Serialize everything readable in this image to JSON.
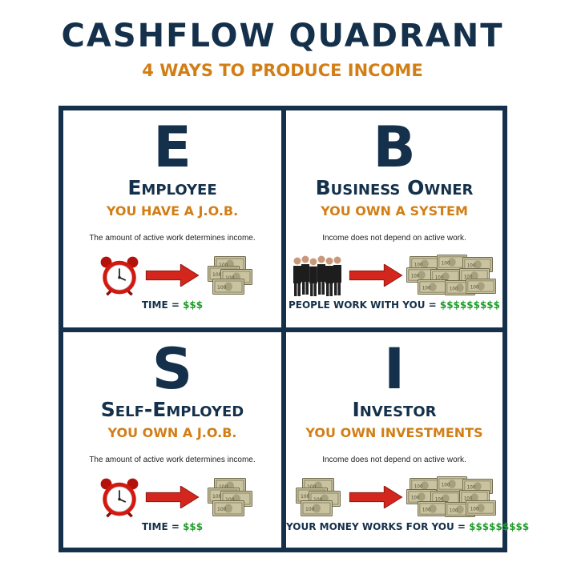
{
  "header": {
    "title": "CASHFLOW QUADRANT",
    "subtitle": "4 WAYS TO PRODUCE INCOME"
  },
  "quadrants": [
    {
      "letter": "E",
      "role": "Employee",
      "tagline": "YOU HAVE A J.O.B.",
      "description": "The amount of active work determines income.",
      "formula_label": "TIME = ",
      "formula_value": "$$$"
    },
    {
      "letter": "B",
      "role": "Business Owner",
      "tagline": "YOU OWN A SYSTEM",
      "description": "Income does not depend on active work.",
      "formula_label": "PEOPLE WORK WITH YOU = ",
      "formula_value": "$$$$$$$$$"
    },
    {
      "letter": "S",
      "role": "Self-Employed",
      "tagline": "YOU OWN A J.O.B.",
      "description": "The amount of active work determines income.",
      "formula_label": "TIME = ",
      "formula_value": "$$$"
    },
    {
      "letter": "I",
      "role": "Investor",
      "tagline": "YOU OWN INVESTMENTS",
      "description": "Income does not depend on active work.",
      "formula_label": "YOUR MONEY WORKS FOR YOU = ",
      "formula_value": "$$$$$$$$$"
    }
  ],
  "colors": {
    "navy": "#14304a",
    "orange": "#d27e16",
    "green": "#1f9c2a",
    "arrow_red": "#d3261c"
  },
  "icons": {
    "time": "alarm-clock-icon",
    "flow": "red-arrow-icon",
    "small_money": "cash-stack-icon",
    "large_money": "cash-pile-icon",
    "people": "business-team-icon"
  }
}
